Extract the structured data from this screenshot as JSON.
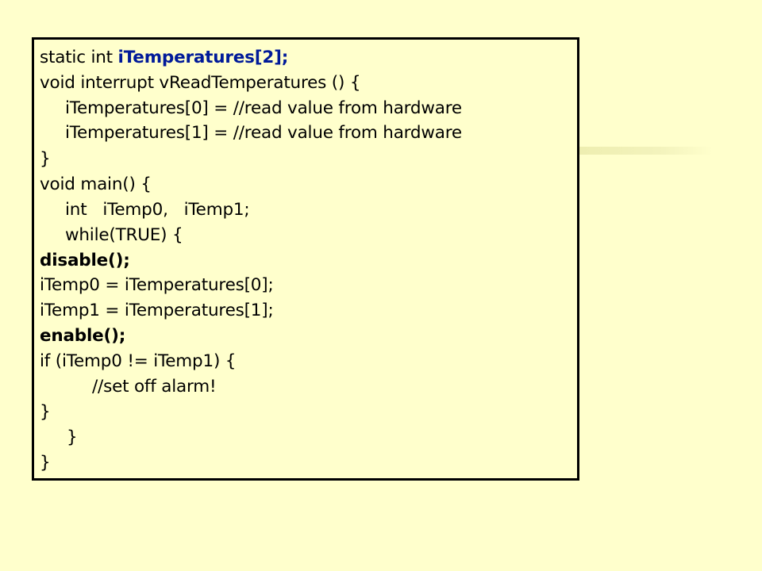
{
  "colors": {
    "background": "#ffffcc",
    "border": "#000000",
    "highlight": "#001a99"
  },
  "code": {
    "line1_prefix": "static int ",
    "line1_highlight": "iTemperatures[2];",
    "line2": "void interrupt vReadTemperatures () {",
    "line3": "iTemperatures[0] = //read value from hardware",
    "line4": "iTemperatures[1] = //read value from hardware",
    "line5": "}",
    "line6": "void main() {",
    "line7": "int   iTemp0,   iTemp1;",
    "line8": "while(TRUE) {",
    "line9": "disable();",
    "line10": "iTemp0 = iTemperatures[0];",
    "line11": "iTemp1 = iTemperatures[1];",
    "line12": "enable();",
    "line13": "if (iTemp0 != iTemp1) {",
    "line14": "//set off alarm!",
    "line15": "}",
    "line16": "}",
    "line17": "}"
  }
}
